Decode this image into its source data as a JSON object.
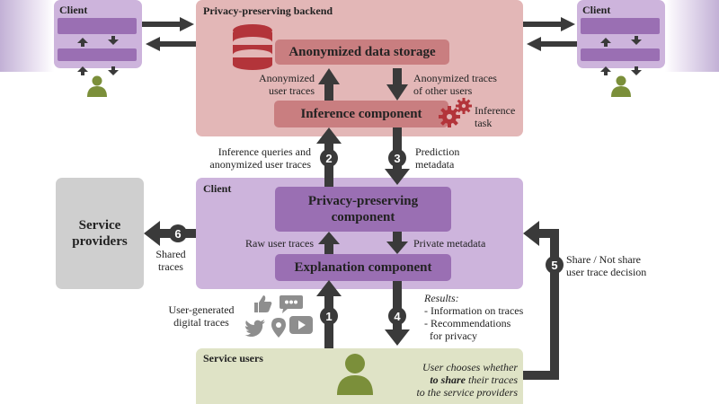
{
  "backend": {
    "title": "Privacy-preserving backend",
    "storage": "Anonymized data storage",
    "inference": "Inference component",
    "inference_task": "Inference\ntask",
    "anon_user_traces": "Anonymized\nuser traces",
    "anon_other_traces": "Anonymized traces\nof other users"
  },
  "client_left": {
    "title": "Client"
  },
  "client_right": {
    "title": "Client"
  },
  "client_main": {
    "title": "Client",
    "privacy": "Privacy-preserving\ncomponent",
    "explanation": "Explanation component",
    "raw_traces": "Raw user traces",
    "private_metadata": "Private metadata"
  },
  "service_providers": {
    "title": "Service\nproviders"
  },
  "service_users": {
    "title": "Service users",
    "choice_1": "User chooses whether",
    "choice_2a": "to share",
    "choice_2b": " their traces",
    "choice_3": "to the service providers"
  },
  "flows": {
    "n1": "1",
    "n2": "2",
    "n3": "3",
    "n4": "4",
    "n5": "5",
    "n6": "6",
    "inference_queries": "Inference queries and\nanonymized user traces",
    "prediction": "Prediction\nmetadata",
    "shared_traces": "Shared\ntraces",
    "user_generated": "User-generated\ndigital traces",
    "share_decision": "Share / Not share\nuser trace decision",
    "results_title": "Results:",
    "results_1": "- Information on traces",
    "results_2": "- Recommendations\n  for privacy"
  },
  "colors": {
    "backend_bg": "#e3b7b7",
    "backend_comp": "#c97e80",
    "db": "#b3343a",
    "client_bg": "#cdb4dc",
    "client_comp": "#9a6fb3",
    "provider_bg": "#cfcfcf",
    "users_bg": "#dfe3c6",
    "user_icon": "#7b8f3a",
    "icons": "#8e8e8e"
  },
  "icons": [
    "database-icon",
    "gear-icon",
    "user-icon",
    "thumbs-up-icon",
    "chat-icon",
    "twitter-icon",
    "location-pin-icon",
    "video-icon"
  ]
}
